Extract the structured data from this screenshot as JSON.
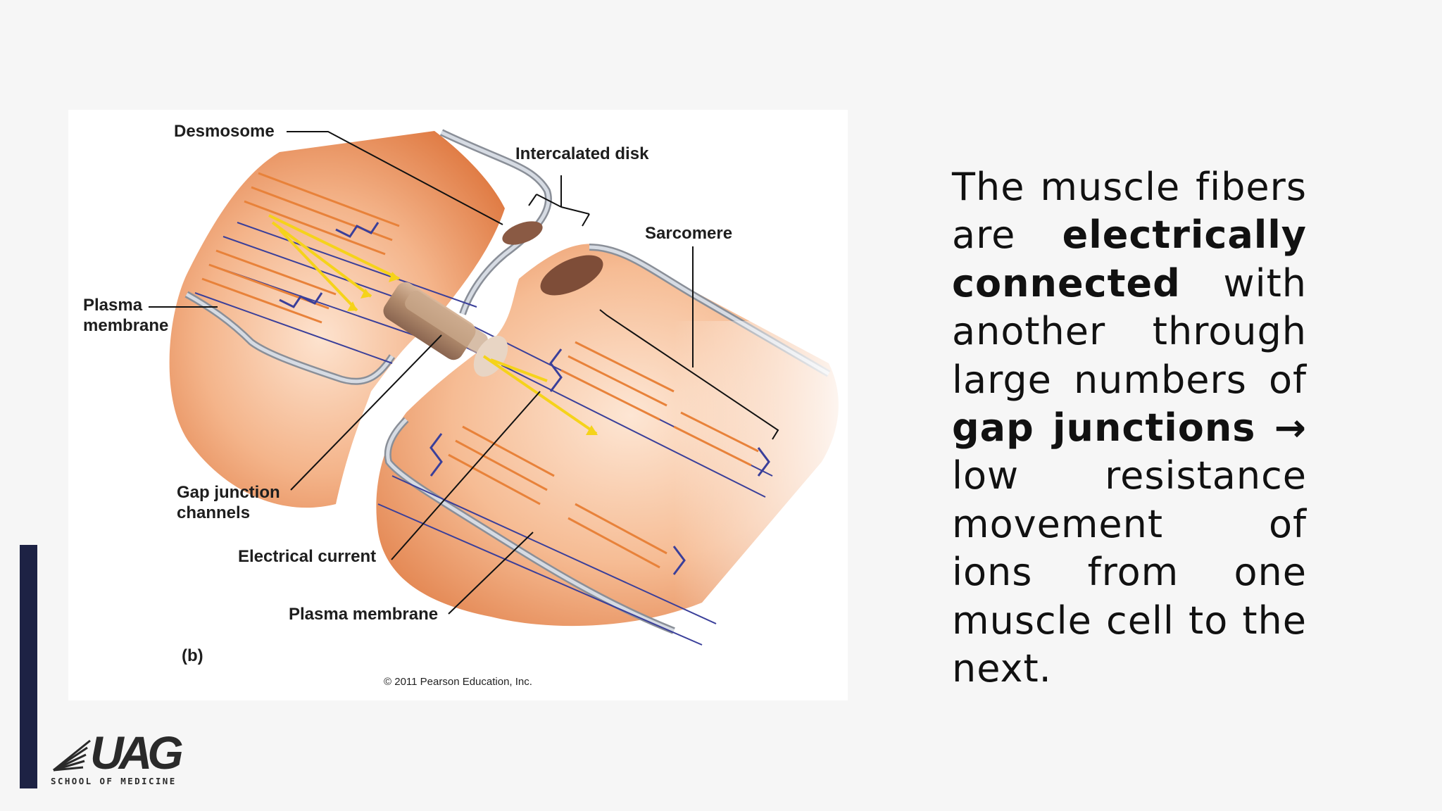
{
  "figure": {
    "labels": {
      "desmosome": "Desmosome",
      "intercalated_disk": "Intercalated disk",
      "sarcomere": "Sarcomere",
      "plasma_membrane_line1": "Plasma",
      "plasma_membrane_line2": "membrane",
      "gap_junction_line1": "Gap junction",
      "gap_junction_line2": "channels",
      "electrical_current": "Electrical current",
      "plasma_membrane_bottom": "Plasma membrane",
      "panel_letter": "(b)"
    },
    "copyright": "© 2011 Pearson Education, Inc."
  },
  "side_text": {
    "part1": "The muscle fibers are ",
    "bold1": "electrically connected",
    "part2": " with another through large numbers of ",
    "bold2": "gap junctions →",
    "part3": " low resistance movement of ions from one muscle cell to the next."
  },
  "logo": {
    "mark": "UAG",
    "subtitle": "SCHOOL OF MEDICINE"
  },
  "colors": {
    "accent_bar": "#1d2244",
    "muscle": "#f0a878",
    "current_arrow": "#f5d31a"
  }
}
